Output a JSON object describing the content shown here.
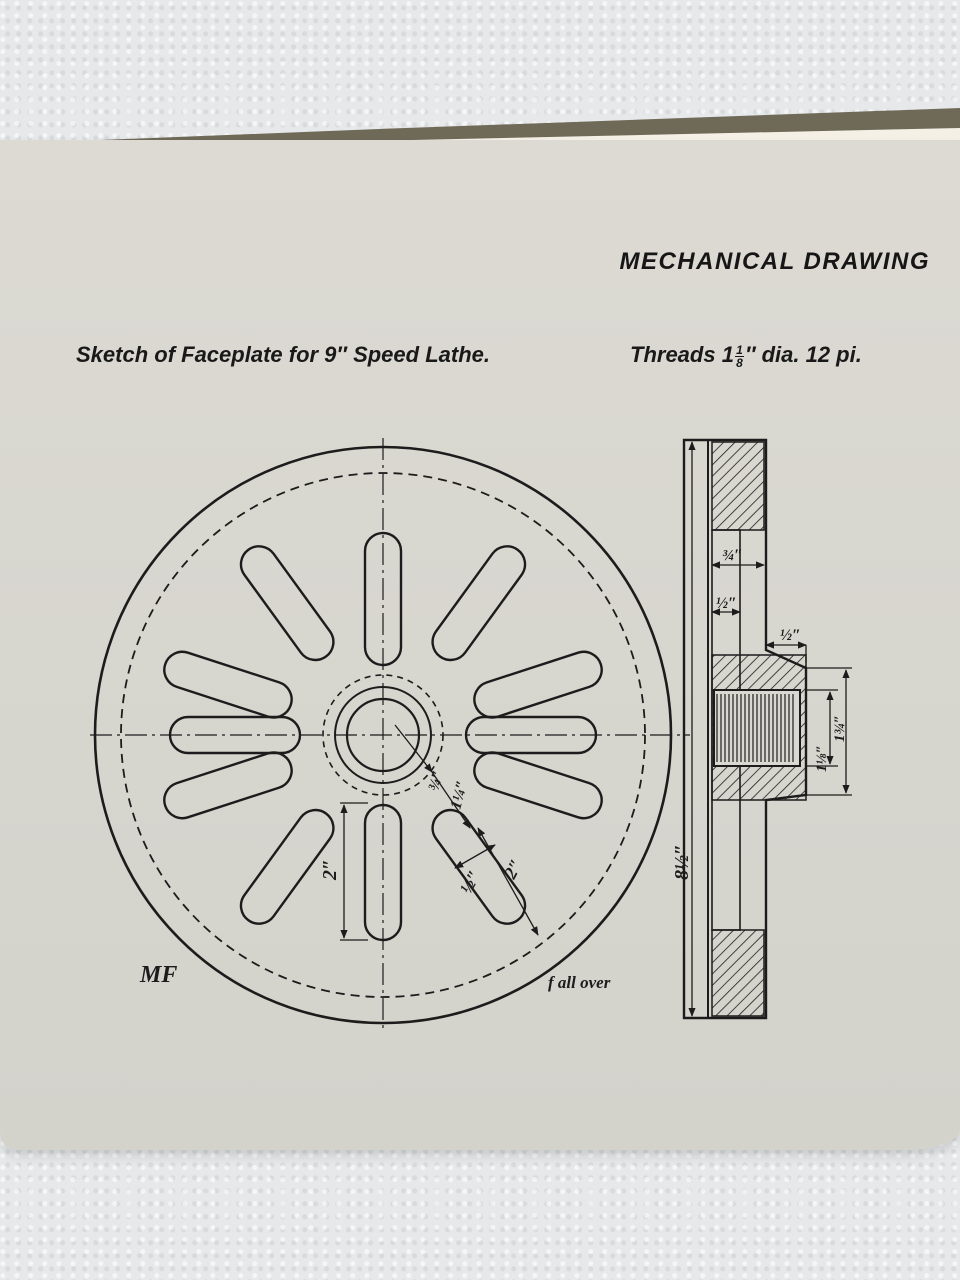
{
  "running_head": "MECHANICAL DRAWING",
  "caption_left": "Sketch of Faceplate for 9″ Speed Lathe.",
  "caption_right": {
    "prefix": "Threads 1",
    "frac_num": "1",
    "frac_den": "8",
    "suffix": "″ dia. 12 pi."
  },
  "dimensions": {
    "slot_length": "2″",
    "slot_width": "½″",
    "slot_depth": "2″",
    "bore_radius": "¾″",
    "hub_radius": "1¼″",
    "rim_width": "¾″",
    "web_thickness": "½″",
    "hub_projection": "½″",
    "thread_dia": "1⅛″",
    "hub_dia": "1¾″",
    "overall_dia": "8½″"
  },
  "finish_note": "f all over",
  "monogram": "MF"
}
